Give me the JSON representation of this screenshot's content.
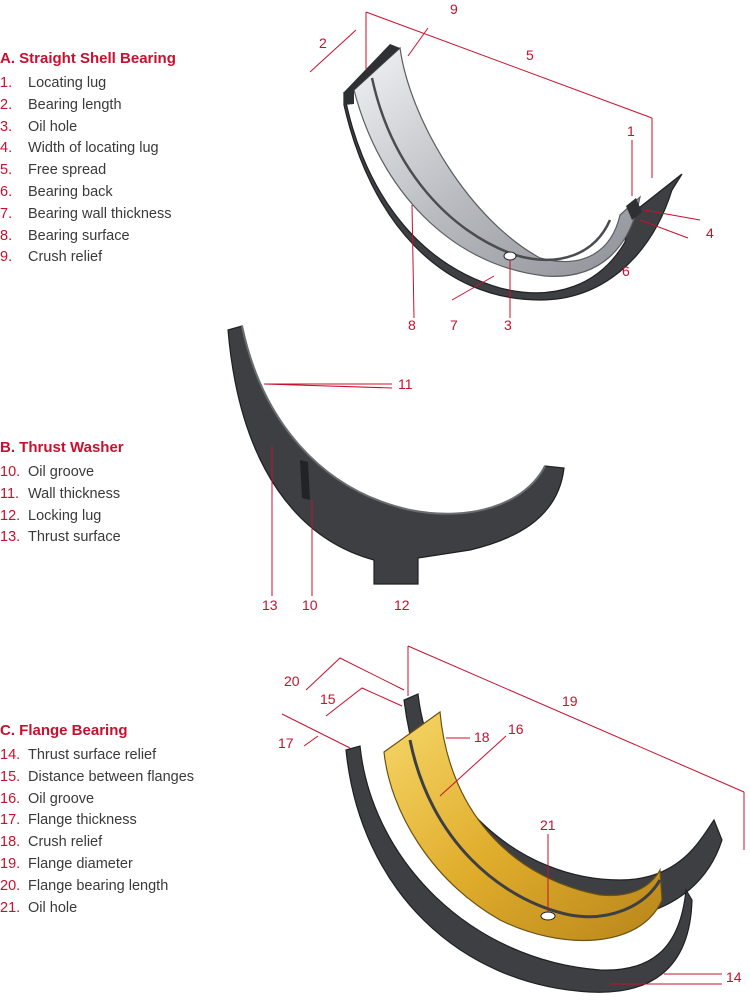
{
  "sections": [
    {
      "title": "A. Straight Shell Bearing",
      "items": [
        {
          "num": "1.",
          "label": "Locating lug"
        },
        {
          "num": "2.",
          "label": "Bearing length"
        },
        {
          "num": "3.",
          "label": "Oil hole"
        },
        {
          "num": "4.",
          "label": "Width of locating lug"
        },
        {
          "num": "5.",
          "label": "Free spread"
        },
        {
          "num": "6.",
          "label": "Bearing back"
        },
        {
          "num": "7.",
          "label": "Bearing wall thickness"
        },
        {
          "num": "8.",
          "label": "Bearing surface"
        },
        {
          "num": "9.",
          "label": "Crush relief"
        }
      ]
    },
    {
      "title": "B. Thrust Washer",
      "items": [
        {
          "num": "10.",
          "label": "Oil groove"
        },
        {
          "num": "11.",
          "label": "Wall thickness"
        },
        {
          "num": "12.",
          "label": "Locking lug"
        },
        {
          "num": "13.",
          "label": "Thrust surface"
        }
      ]
    },
    {
      "title": "C. Flange Bearing",
      "items": [
        {
          "num": "14.",
          "label": "Thrust surface relief"
        },
        {
          "num": "15.",
          "label": "Distance between flanges"
        },
        {
          "num": "16.",
          "label": "Oil groove"
        },
        {
          "num": "17.",
          "label": "Flange thickness"
        },
        {
          "num": "18.",
          "label": "Crush relief"
        },
        {
          "num": "19.",
          "label": "Flange diameter"
        },
        {
          "num": "20.",
          "label": "Flange bearing length"
        },
        {
          "num": "21.",
          "label": "Oil hole"
        }
      ]
    }
  ],
  "callouts": {
    "a": [
      "1",
      "2",
      "3",
      "4",
      "5",
      "6",
      "7",
      "8",
      "9"
    ],
    "b": [
      "10",
      "11",
      "12",
      "13"
    ],
    "c": [
      "14",
      "15",
      "16",
      "17",
      "18",
      "19",
      "20",
      "21"
    ]
  },
  "colors": {
    "accent": "#c8102e",
    "steel": "#4a4c50",
    "steel_dark": "#2f3033",
    "steel_light": "#c9cbcf",
    "bronze": "#d6a52a",
    "text": "#3a3a3a"
  }
}
